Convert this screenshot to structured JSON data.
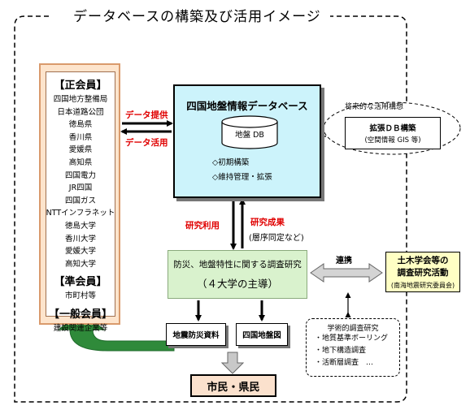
{
  "title": "データベースの構築及び活用イメージ",
  "members": {
    "regular_header": "【正会員】",
    "regular": [
      "四国地方整備局",
      "日本道路公団",
      "徳島県",
      "香川県",
      "愛媛県",
      "高知県",
      "四国電力",
      "JR四国",
      "四国ガス",
      "NTTインフラネット",
      "徳島大学",
      "香川大学",
      "愛媛大学",
      "高知大学"
    ],
    "associate_header": "【準会員】",
    "associate": [
      "市町村等"
    ],
    "general_header": "【一般会員】",
    "general": [
      "建設関連企業等"
    ]
  },
  "flows": {
    "data_provide": "データ提供",
    "data_use": "データ活用",
    "research_use": "研究利用",
    "research_results": "研究成果",
    "research_results_note": "(層序同定など)",
    "cooperation": "連携"
  },
  "database": {
    "title": "四国地盤情報データベース",
    "cylinder_label": "地盤 DB",
    "features": [
      "◇初期構築",
      "◇維持管理・拡張"
    ]
  },
  "future": {
    "heading": "将来的な活用構想",
    "box_title": "拡張ＤＢ構築",
    "box_note": "(空間情報 GIS 等)"
  },
  "research": {
    "line1": "防災、地盤特性に関する調査研究",
    "line2": "（４大学の主導）"
  },
  "society": {
    "line1": "土木学会等の",
    "line2": "調査研究活動",
    "note": "(南海地震研究委員会)"
  },
  "outputs": [
    "地震防災資料",
    "四国地盤図"
  ],
  "citizens": "市民・県民",
  "academic": {
    "heading": "学術的調査研究",
    "items": [
      "・地質基準ボーリング",
      "・地下構造調査",
      "・活断層調査　…"
    ]
  },
  "colors": {
    "members_fill": "#fde4cc",
    "database_fill": "#ccf3fb",
    "research_fill": "#d9f2cd",
    "society_fill": "#ffffc4",
    "citizens_fill": "#fbe1cd",
    "arrow_green": "#2f8a3a",
    "label_red": "#e00000"
  }
}
